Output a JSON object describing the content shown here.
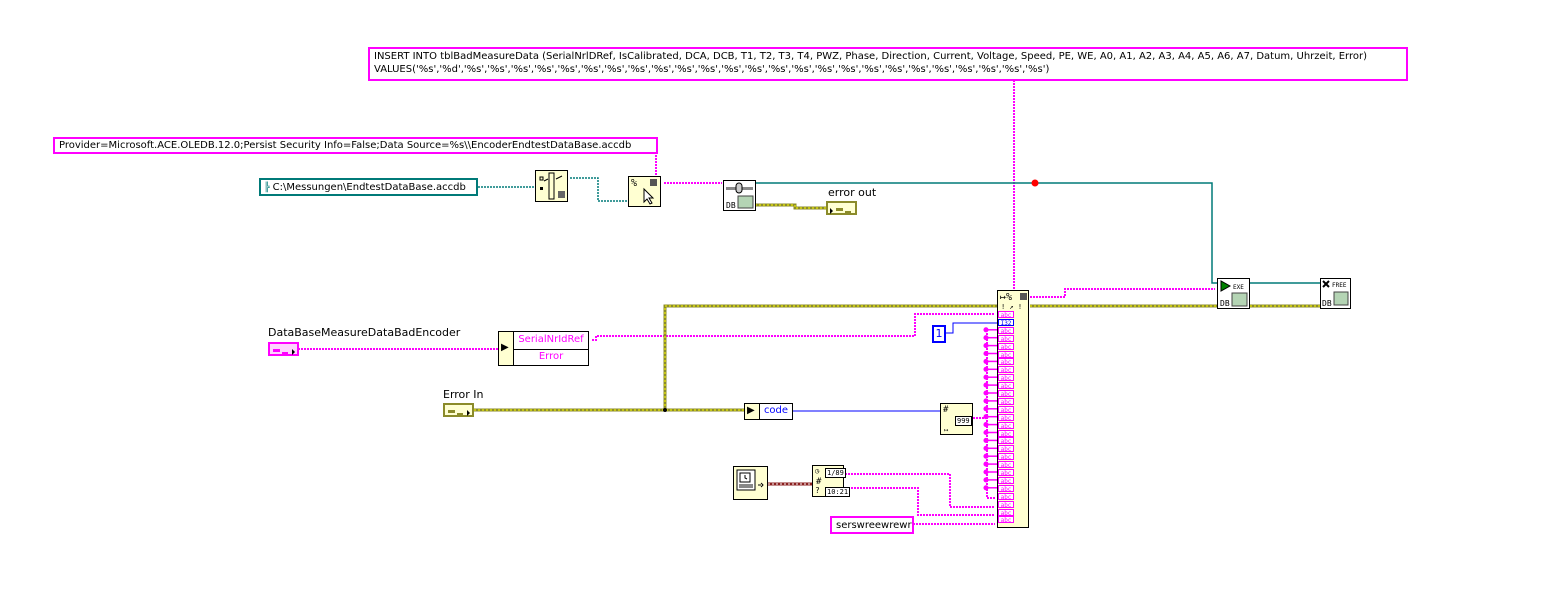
{
  "window": {
    "type": "LabVIEW block diagram"
  },
  "constants": {
    "sql_insert_line1": "INSERT INTO tblBadMeasureData  (SerialNrlDRef, IsCalibrated, DCA, DCB, T1, T2, T3, T4, PWZ, Phase, Direction, Current, Voltage, Speed, PE, WE, A0, A1, A2, A3, A4, A5, A6, A7, Datum, Uhrzeit, Error)",
    "sql_insert_line2": " VALUES('%s','%d','%s','%s','%s','%s','%s','%s','%s','%s','%s','%s','%s','%s','%s','%s','%s','%s','%s','%s','%s','%s','%s','%s','%s','%s','%s')",
    "connection_string": "Provider=Microsoft.ACE.OLEDB.12.0;Persist Security Info=False;Data Source=%s\\\\EncoderEndtestDataBase.accdb",
    "path_constant": "C:\\Messungen\\EndtestDataBase.accdb",
    "numeric_one": "1",
    "string_error": "serswreewrewr"
  },
  "terminals": {
    "error_out": "error out",
    "data_cluster": "DataBaseMeasureDataBadEncoder",
    "error_in": "Error In"
  },
  "unbundle_cluster": {
    "fields": [
      "SerialNrIdRef",
      "Error"
    ]
  },
  "unbundle_error": {
    "fields": [
      "code"
    ]
  },
  "format_into_string": {
    "title": "%",
    "terminal_types": [
      "abc",
      "I32",
      "abc",
      "abc",
      "abc",
      "abc",
      "abc",
      "abc",
      "abc",
      "abc",
      "abc",
      "abc",
      "abc",
      "abc",
      "abc",
      "abc",
      "abc",
      "abc",
      "abc",
      "abc",
      "abc",
      "abc",
      "abc",
      "abc",
      "abc",
      "abc",
      "abc"
    ]
  },
  "nodes": {
    "strip_path": "Strip Path",
    "format_conn": "Format Into String",
    "db_open": "DB Tools Open Connection",
    "db_exec": {
      "label": "EXE",
      "sub": "DB"
    },
    "db_free": {
      "label": "FREE",
      "sub": "DB"
    },
    "num_to_str": {
      "value": "999"
    },
    "date_time": {
      "date": "1/89",
      "time": "10:21"
    }
  },
  "colors": {
    "string_wire": "#ff00ff",
    "error_wire": "#8b8b2a",
    "refnum_wire": "#007a78",
    "numeric_wire": "#0000ff",
    "timestamp_wire": "#8b2020",
    "coercion_dot": "#ff0000"
  }
}
